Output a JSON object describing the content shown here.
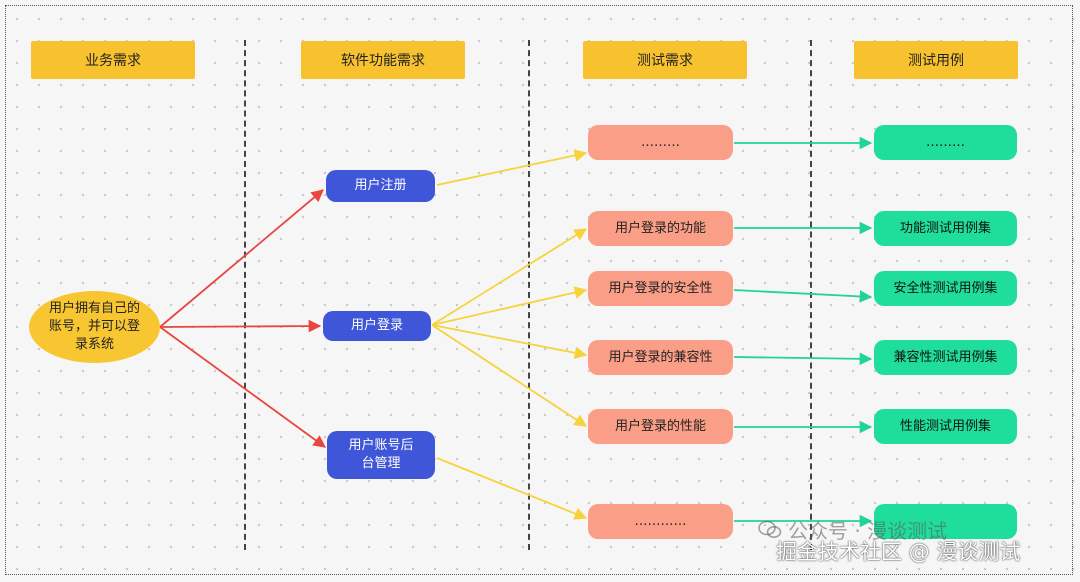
{
  "columns": [
    {
      "header": "业务需求"
    },
    {
      "header": "软件功能需求"
    },
    {
      "header": "测试需求"
    },
    {
      "header": "测试用例"
    }
  ],
  "business": {
    "text": "用户拥有自己的账号，并可以登录系统"
  },
  "functions": [
    {
      "id": "register",
      "label": "用户注册"
    },
    {
      "id": "login",
      "label": "用户登录"
    },
    {
      "id": "admin",
      "label": "用户账号后台管理"
    }
  ],
  "test_requirements": [
    {
      "label": "………"
    },
    {
      "label": "用户登录的功能"
    },
    {
      "label": "用户登录的安全性"
    },
    {
      "label": "用户登录的兼容性"
    },
    {
      "label": "用户登录的性能"
    },
    {
      "label": "…………"
    }
  ],
  "test_cases": [
    {
      "label": "………"
    },
    {
      "label": "功能测试用例集"
    },
    {
      "label": "安全性测试用例集"
    },
    {
      "label": "兼容性测试用例集"
    },
    {
      "label": "性能测试用例集"
    },
    {
      "label": ""
    }
  ],
  "watermark": {
    "wechat": "公众号 · 漫谈测试",
    "site": "掘金技术社区 @ 漫谈测试"
  },
  "colors": {
    "red_arrow": "#e8463f",
    "yellow_arrow": "#f6d33c",
    "green_arrow": "#1fd39a",
    "header_bg": "#f8c22f",
    "blue_node": "#3f56d8",
    "salmon_node": "#fa9e87",
    "green_node": "#1fde9b"
  }
}
